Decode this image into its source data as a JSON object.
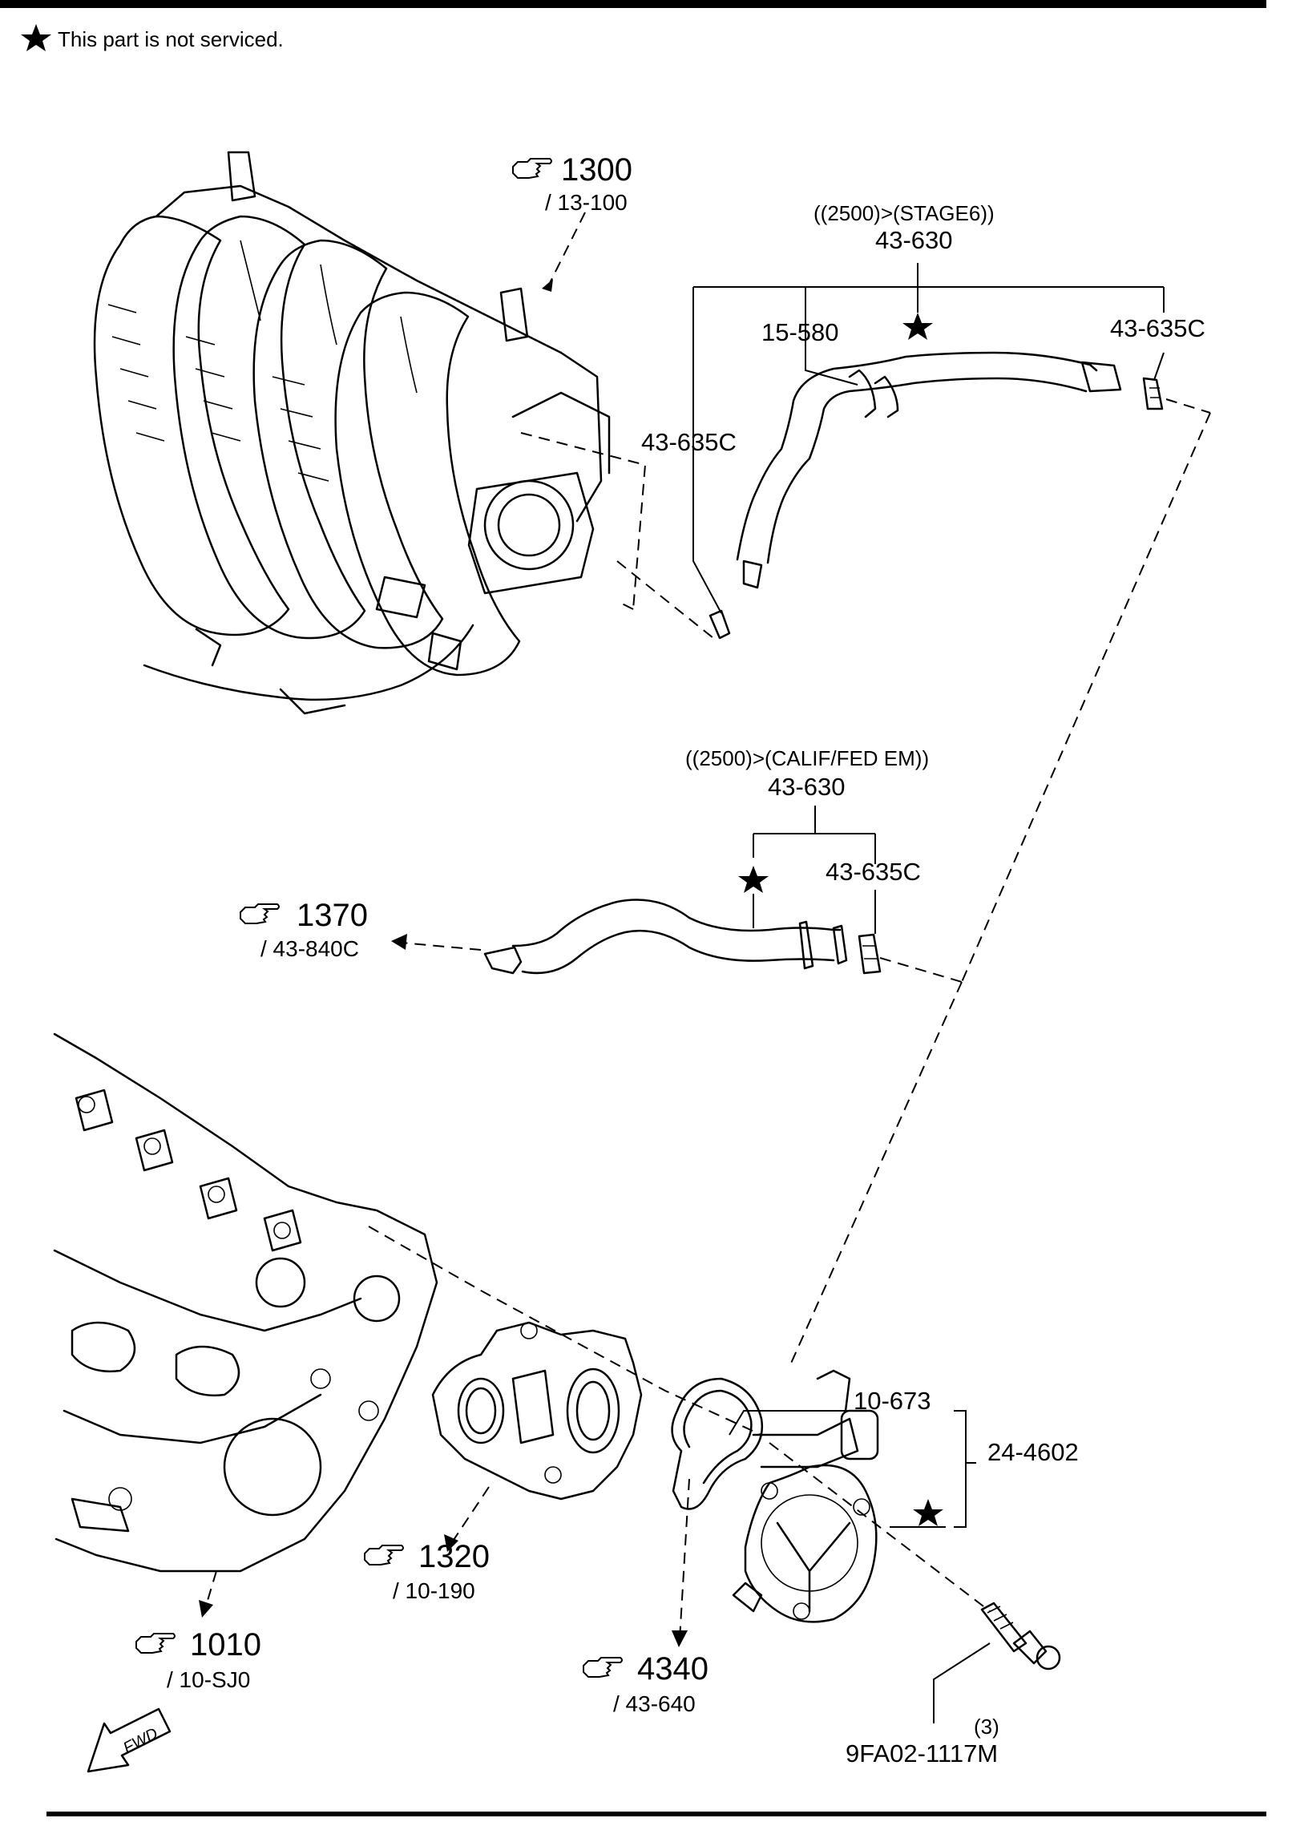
{
  "note": {
    "star_glyph": "★",
    "text": "This part is not serviced."
  },
  "refs": {
    "r1300": {
      "number": "1300",
      "sub": "/ 13-100"
    },
    "r1370": {
      "number": "1370",
      "sub": "/ 43-840C"
    },
    "r1320": {
      "number": "1320",
      "sub": "/ 10-190"
    },
    "r1010": {
      "number": "1010",
      "sub": "/ 10-SJ0"
    },
    "r4340": {
      "number": "4340",
      "sub": "/ 43-640"
    }
  },
  "upper_hose": {
    "condition": "((2500)>(STAGE6))",
    "assembly": "43-630",
    "label_15_580": "15-580",
    "clamp_right": "43-635C",
    "clamp_left": "43-635C"
  },
  "lower_hose": {
    "condition": "((2500)>(CALIF/FED EM))",
    "assembly": "43-630",
    "clamp": "43-635C"
  },
  "pump": {
    "gasket": "10-673",
    "assembly": "24-4602",
    "bolt_qty": "(3)",
    "bolt": "9FA02-1117M"
  },
  "fwd_label": "FWD",
  "icons": [
    "star-icon",
    "pointing-hand-icon",
    "fwd-arrow-icon"
  ]
}
